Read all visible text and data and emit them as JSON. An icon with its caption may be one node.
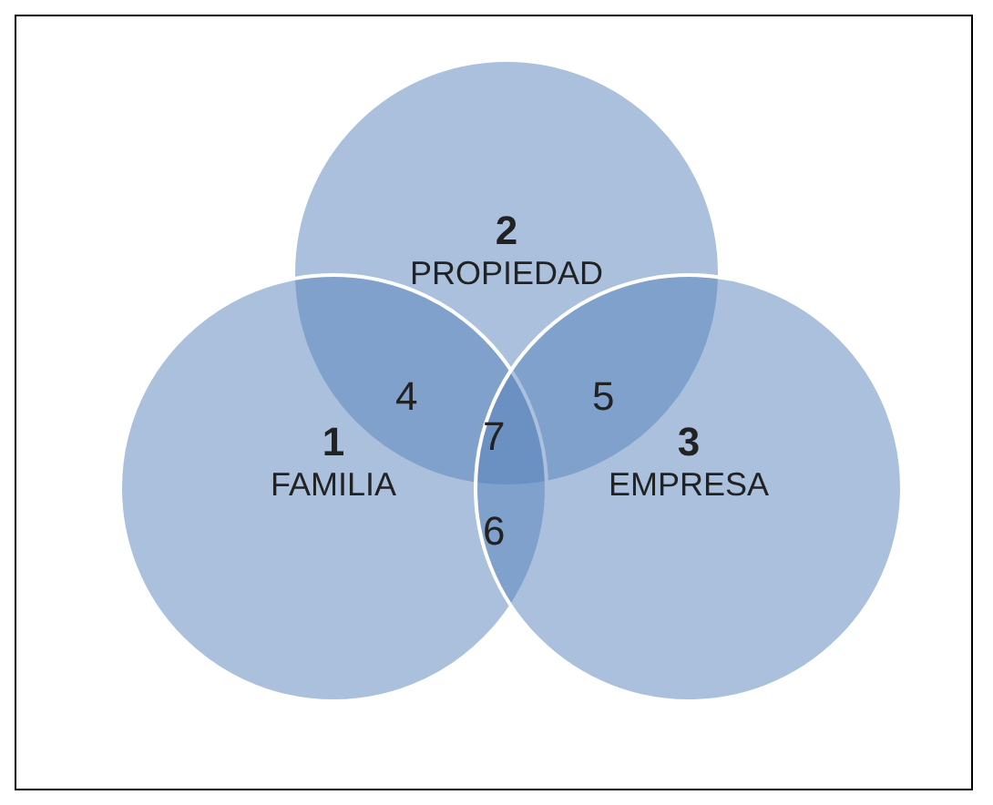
{
  "diagram": {
    "nodes": [
      {
        "text": [
          "2",
          "PROPIEDAD"
        ]
      },
      {
        "text": [
          "1",
          "FAMILIA"
        ]
      },
      {
        "text": [
          "3",
          "EMPRESA"
        ]
      }
    ],
    "labels": [
      "4",
      "5",
      "7",
      "6"
    ]
  }
}
